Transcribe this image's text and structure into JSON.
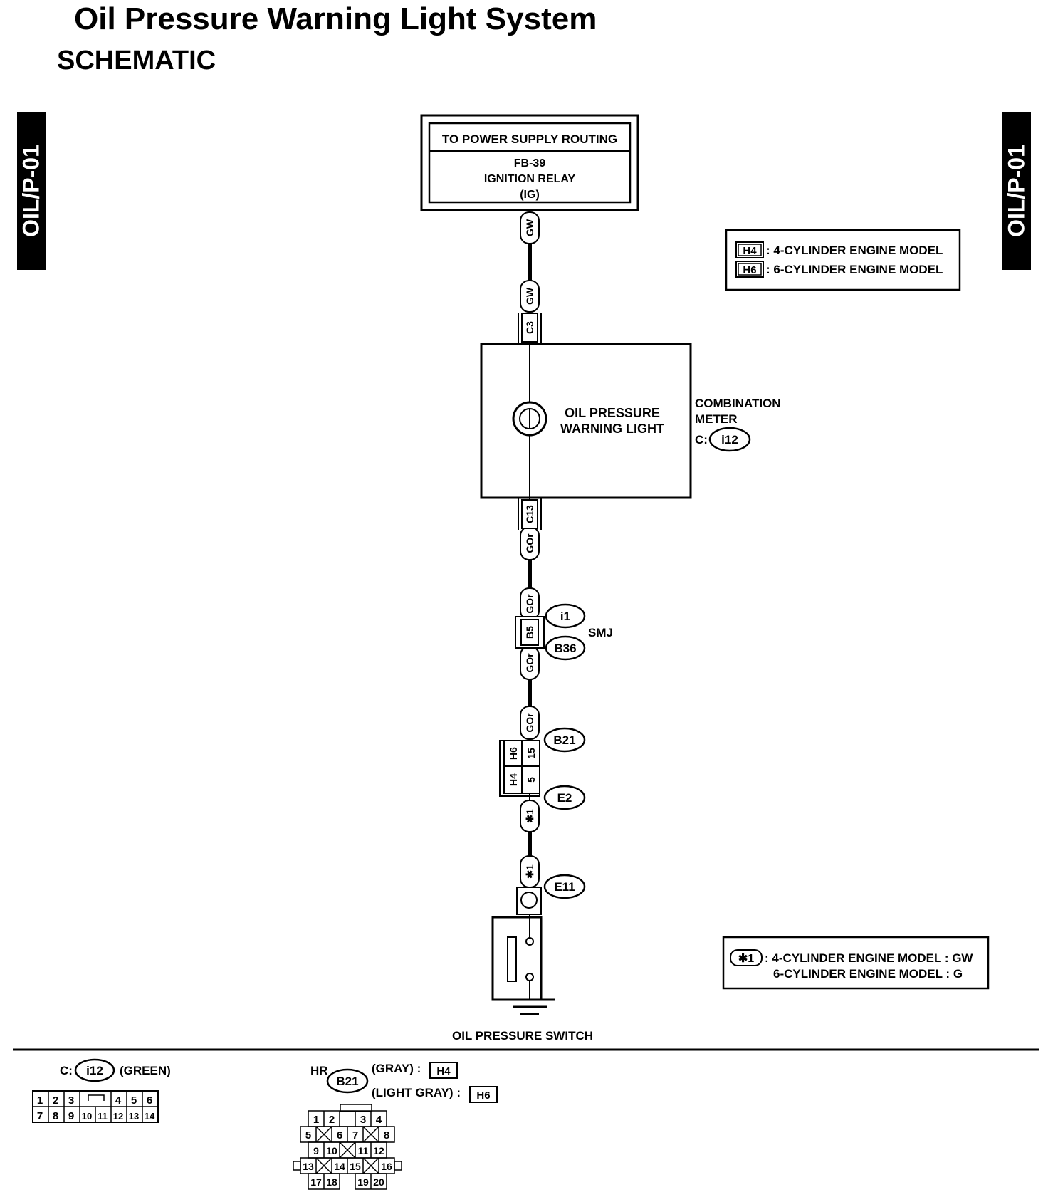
{
  "title": "Oil Pressure Warning Light System",
  "subtitle": "SCHEMATIC",
  "side_tab": "OIL/P-01",
  "power_supply": {
    "header": "TO POWER SUPPLY ROUTING",
    "line1": "FB-39",
    "line2": "IGNITION RELAY",
    "line3": "(IG)"
  },
  "engine_legend": {
    "h4_tag": "H4",
    "h4_text": ": 4-CYLINDER ENGINE MODEL",
    "h6_tag": "H6",
    "h6_text": ": 6-CYLINDER ENGINE MODEL"
  },
  "wires": {
    "gw": "GW",
    "gor": "GOr",
    "star1": "✱1"
  },
  "pins": {
    "c3": "C3",
    "c13": "C13",
    "b5": "B5",
    "h6": "H6",
    "h4": "H4",
    "p15": "15",
    "p5": "5"
  },
  "combination_meter": {
    "lamp_line1": "OIL PRESSURE",
    "lamp_line2": "WARNING LIGHT",
    "label_line1": "COMBINATION",
    "label_line2": "METER",
    "conn_prefix": "C:",
    "conn": "i12"
  },
  "connectors": {
    "i1": "i1",
    "b36": "B36",
    "smj": "SMJ",
    "b21": "B21",
    "e2": "E2",
    "e11": "E11"
  },
  "oil_pressure_switch": "OIL PRESSURE SWITCH",
  "star_legend": {
    "tag": "✱1",
    "line1": ": 4-CYLINDER ENGINE MODEL : GW",
    "line2": "6-CYLINDER ENGINE MODEL : G"
  },
  "connector_views": {
    "c_prefix": "C:",
    "c_name": "i12",
    "c_color": "(GREEN)",
    "c_row1": [
      "1",
      "2",
      "3",
      "4",
      "5",
      "6"
    ],
    "c_row2": [
      "7",
      "8",
      "9",
      "10",
      "11",
      "12",
      "13",
      "14"
    ],
    "hr_prefix": "HR",
    "hr_name": "B21",
    "hr_color1": "(GRAY) :",
    "hr_tag1": "H4",
    "hr_color2": "(LIGHT GRAY) :",
    "hr_tag2": "H6",
    "hr_row1": [
      "1",
      "2",
      "3",
      "4"
    ],
    "hr_row2": [
      "5",
      "6",
      "7",
      "8"
    ],
    "hr_row3": [
      "9",
      "10",
      "11",
      "12"
    ],
    "hr_row4": [
      "13",
      "14",
      "15",
      "16"
    ],
    "hr_row5": [
      "17",
      "18",
      "19",
      "20"
    ]
  }
}
